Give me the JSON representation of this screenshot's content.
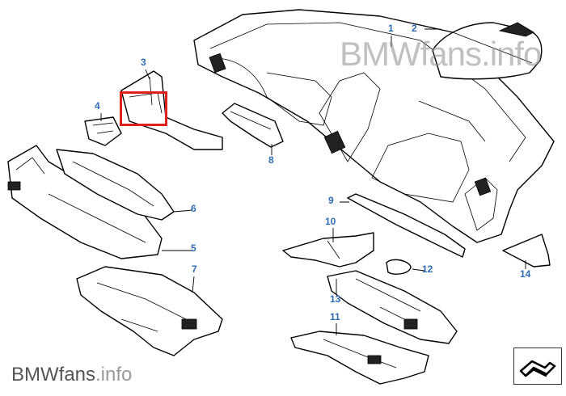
{
  "watermark_top": "BMWfans.info",
  "watermark_bottom": {
    "brand": "BMWfans",
    "suffix": ".info"
  },
  "callouts": [
    "1",
    "2",
    "3",
    "4",
    "5",
    "6",
    "7",
    "8",
    "9",
    "10",
    "11",
    "12",
    "13",
    "14"
  ],
  "highlight_color": "#e0201b",
  "callout_color": "#2f6db5",
  "nav_icon": "arrow-icon"
}
